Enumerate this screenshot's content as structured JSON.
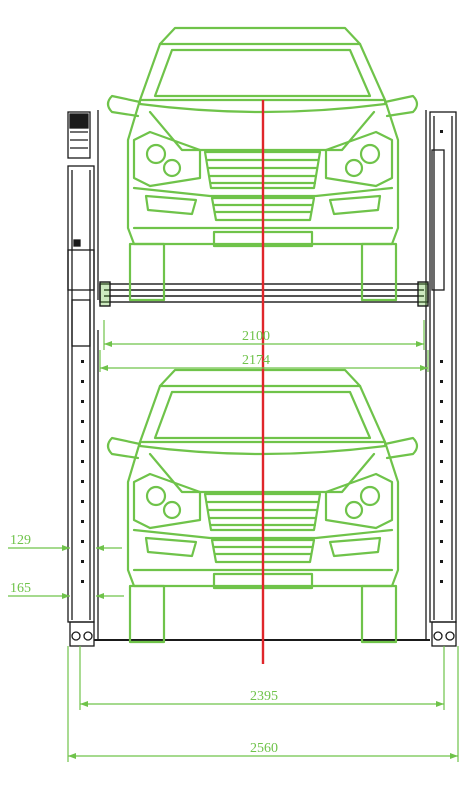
{
  "drawing": {
    "colors": {
      "car": "#6fc34a",
      "dimension": "#6fc34a",
      "frame": "#1a1a1a",
      "centerline": "#e0262b",
      "background": "#ffffff"
    },
    "dimensions": {
      "platform_inner_width": "2100",
      "platform_outer_width": "2174",
      "post_inner_gap": "129",
      "post_outer_gap": "165",
      "post_center_width": "2395",
      "overall_width": "2560"
    },
    "objects": {
      "upper_car": "car-front-view",
      "lower_car": "car-front-view",
      "left_post": "lift-post",
      "right_post": "lift-post",
      "motor": "motor-unit"
    }
  }
}
